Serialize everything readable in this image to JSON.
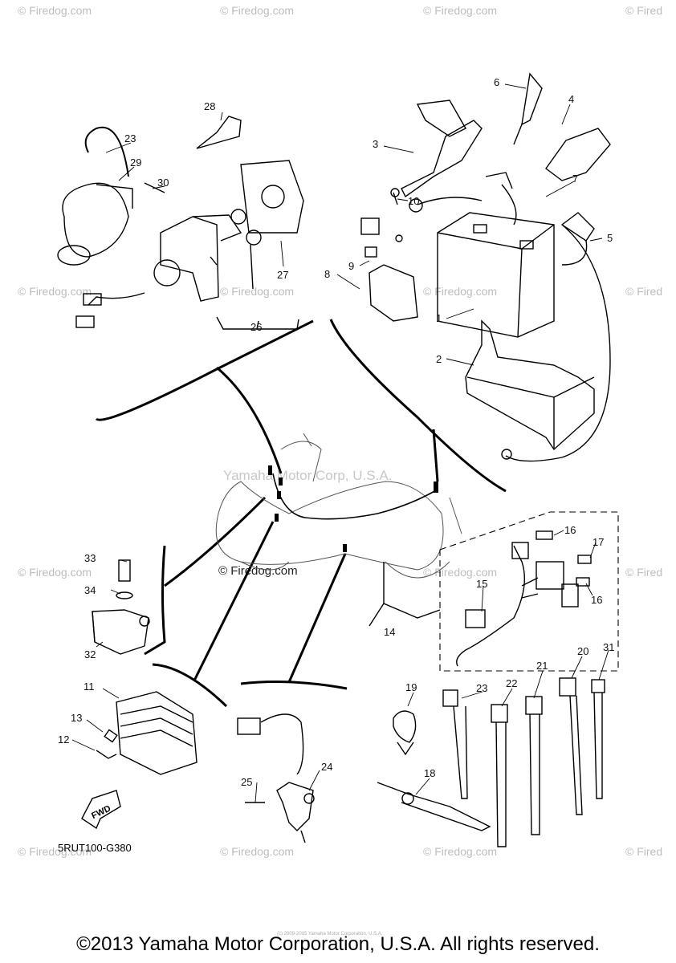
{
  "watermarks": {
    "site": "© Firedog.com",
    "site_cut": "© Fired"
  },
  "center_watermark": "Yamaha Motor Corp, U.S.A.",
  "callouts": [
    "1",
    "2",
    "3",
    "4",
    "5",
    "6",
    "7",
    "8",
    "9",
    "10",
    "11",
    "12",
    "13",
    "14",
    "15",
    "16",
    "17",
    "18",
    "19",
    "20",
    "21",
    "22",
    "23",
    "24",
    "25",
    "26",
    "27",
    "28",
    "29",
    "30",
    "31",
    "32",
    "33",
    "34"
  ],
  "diagram_code": "5RUT100-G380",
  "fwd_label": "FWD",
  "small_print": "(c) 2009-2015 Yamaha Motor Corporation, U.S.A.",
  "copyright": "©2013 Yamaha Motor Corporation, U.S.A. All rights reserved."
}
